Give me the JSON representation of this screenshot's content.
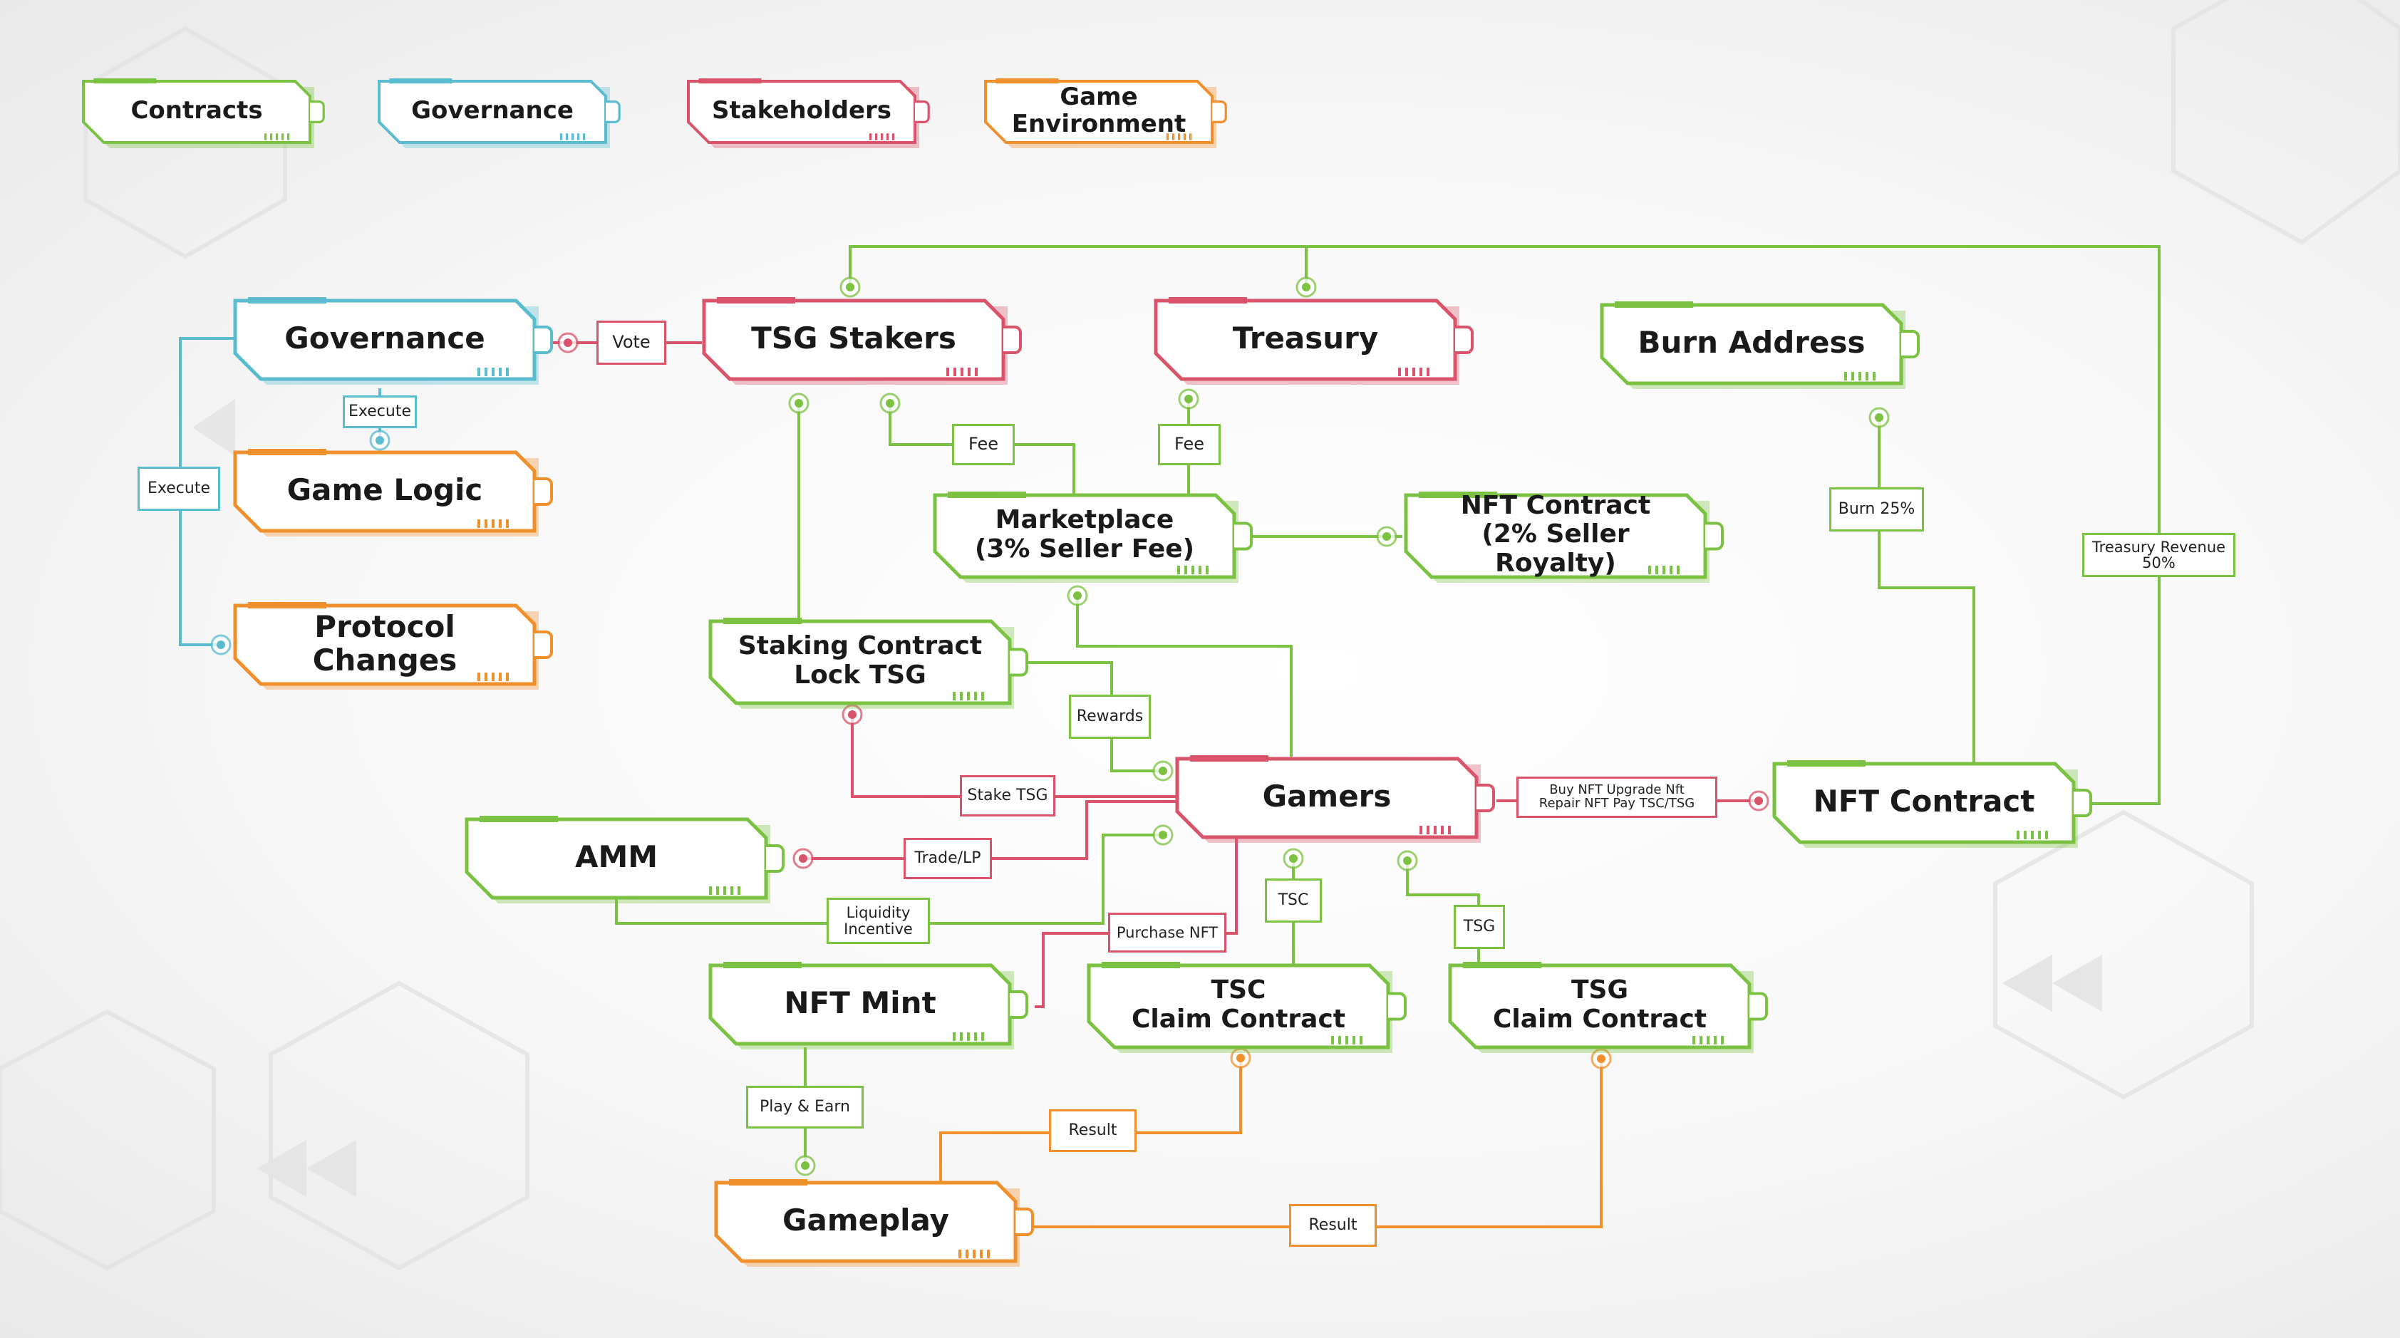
{
  "colors": {
    "contracts": "#7cc242",
    "governance": "#5bbcd0",
    "stakeholders": "#d9536a",
    "game_environment": "#f0902c"
  },
  "legend": {
    "contracts": "Contracts",
    "governance": "Governance",
    "stakeholders": "Stakeholders",
    "game_environment": "Game Environment"
  },
  "nodes": {
    "governance": "Governance",
    "game_logic": "Game Logic",
    "protocol_changes": "Protocol Changes",
    "tsg_stakers": "TSG Stakers",
    "treasury": "Treasury",
    "burn_address": "Burn Address",
    "marketplace": "Marketplace\n(3% Seller Fee)",
    "nft_contract_royalty": "NFT Contract\n(2% Seller Royalty)",
    "staking_contract": "Staking Contract\nLock TSG",
    "gamers": "Gamers",
    "nft_contract": "NFT Contract",
    "amm": "AMM",
    "nft_mint": "NFT Mint",
    "tsc_claim": "TSC\nClaim Contract",
    "tsg_claim": "TSG\nClaim Contract",
    "gameplay": "Gameplay"
  },
  "edge_labels": {
    "vote": "Vote",
    "execute_game_logic": "Execute",
    "execute_protocol": "Execute",
    "fee_stakers": "Fee",
    "fee_treasury": "Fee",
    "burn": "Burn 25%",
    "treasury_revenue": "Treasury Revenue\n50%",
    "rewards": "Rewards",
    "stake_tsg": "Stake TSG",
    "trade_lp": "Trade/LP",
    "liquidity_incentive": "Liquidity\nIncentive",
    "purchase_nft": "Purchase NFT",
    "tsc": "TSC",
    "tsg": "TSG",
    "buy_nft": "Buy NFT Upgrade Nft\nRepair NFT Pay TSC/TSG",
    "play_earn": "Play & Earn",
    "result_tsc": "Result",
    "result_tsg": "Result"
  }
}
